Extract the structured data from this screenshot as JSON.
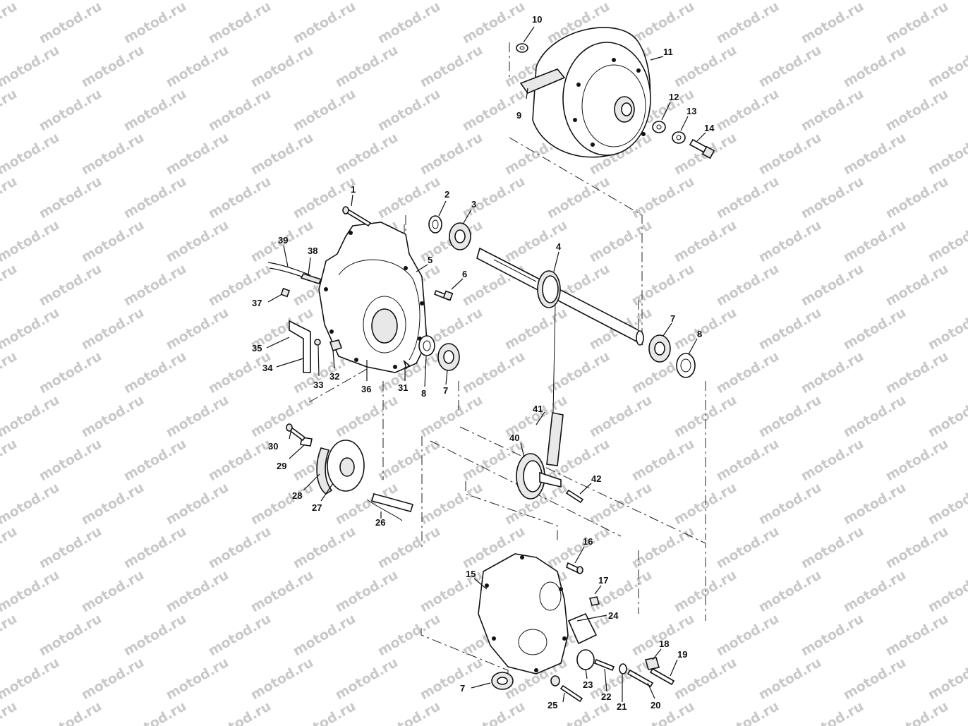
{
  "watermark": "motod.ru",
  "callouts": {
    "c1": "1",
    "c2": "2",
    "c3": "3",
    "c4": "4",
    "c5": "5",
    "c6": "6",
    "c7a": "7",
    "c7b": "7",
    "c7c": "7",
    "c8a": "8",
    "c8b": "8",
    "c9": "9",
    "c10": "10",
    "c11": "11",
    "c12": "12",
    "c13": "13",
    "c14": "14",
    "c15": "15",
    "c16": "16",
    "c17": "17",
    "c18": "18",
    "c19": "19",
    "c20": "20",
    "c21": "21",
    "c22": "22",
    "c23": "23",
    "c24": "24",
    "c25": "25",
    "c26": "26",
    "c27": "27",
    "c28": "28",
    "c29": "29",
    "c30": "30",
    "c31": "31",
    "c32": "32",
    "c33": "33",
    "c34": "34",
    "c35": "35",
    "c36": "36",
    "c37": "37",
    "c38": "38",
    "c39": "39",
    "c40": "40",
    "c41": "41",
    "c42": "42"
  }
}
